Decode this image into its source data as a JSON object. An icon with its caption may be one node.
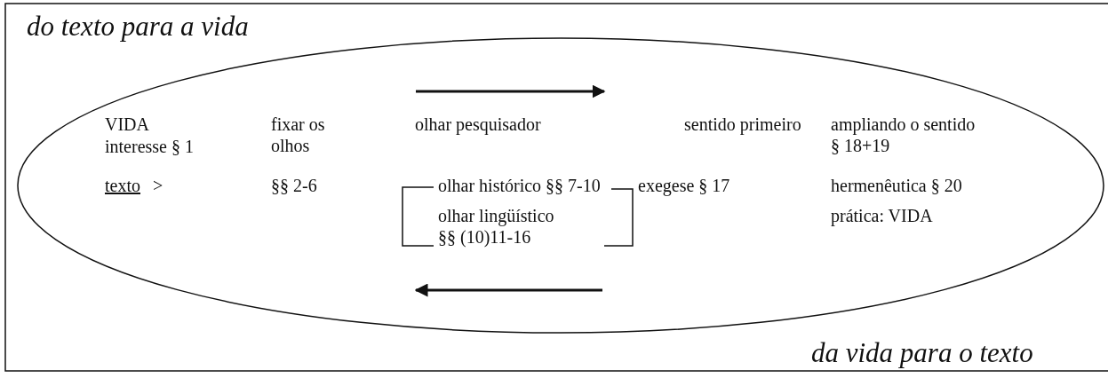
{
  "diagram": {
    "labels": [
      "do texto para a vida",
      "VIDA",
      "fixar os olhos",
      "olhar pesquisador",
      "sentido primeiro",
      "ampliando o sentido § 18+19",
      "interesse § 1",
      "texto",
      ">",
      "§§ 2-6",
      "olhar histórico §§ 7-10",
      "exegese § 17",
      "hermenêutica § 20",
      "olhar lingüístico §§ (10)11-16",
      "prática: VIDA",
      "da vida para o texto"
    ]
  }
}
